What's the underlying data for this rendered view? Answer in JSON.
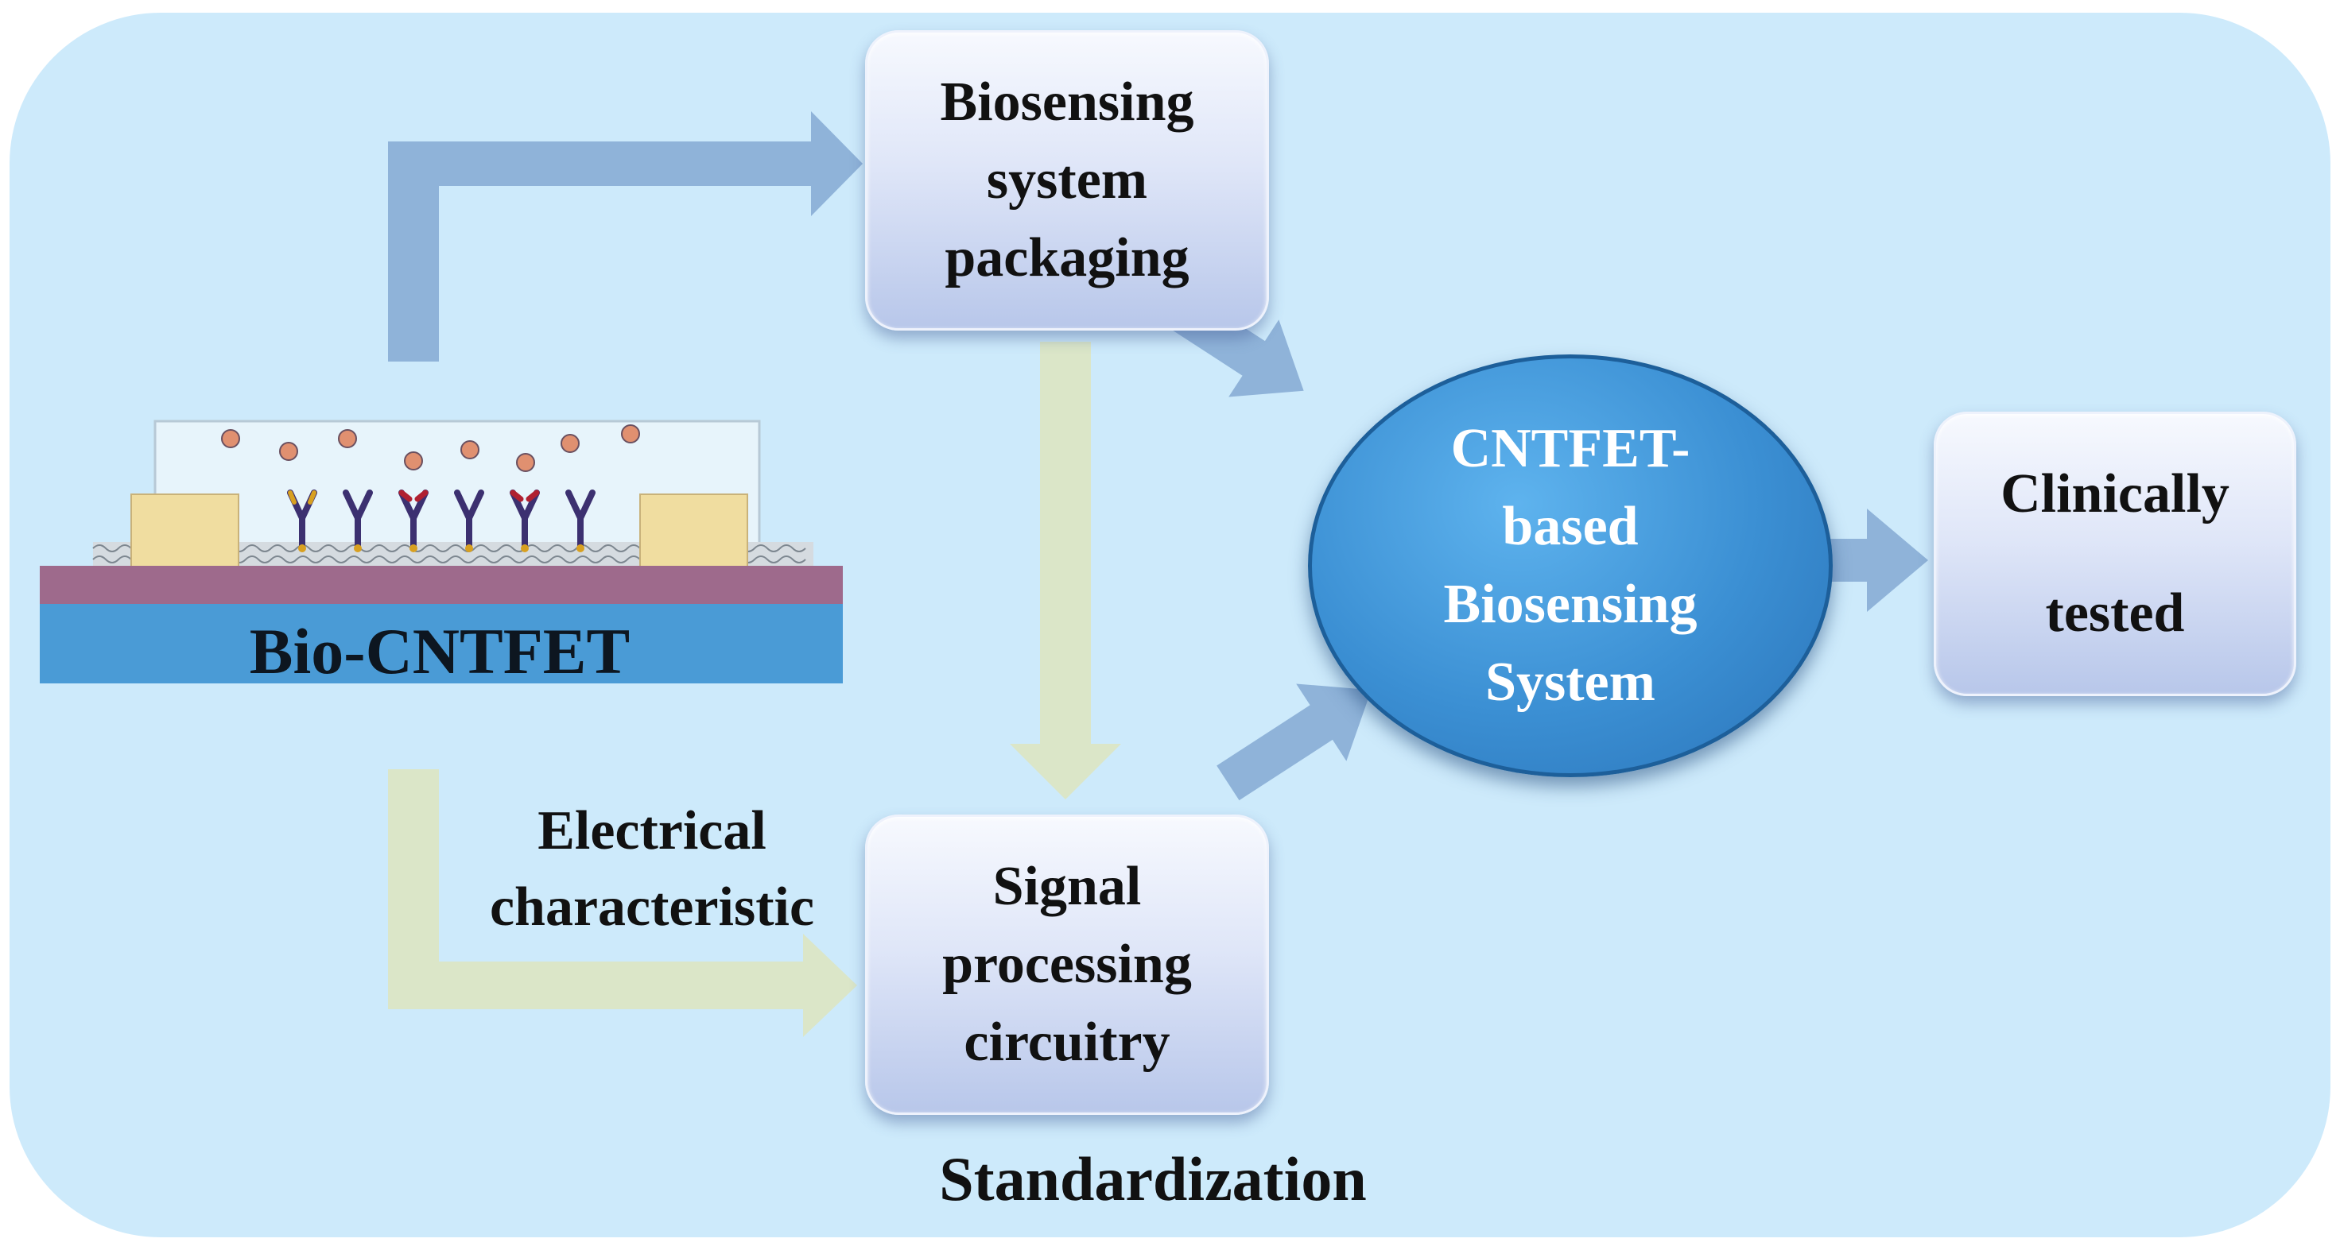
{
  "nodes": {
    "biosensing_packaging": {
      "lines": [
        "Biosensing",
        "system",
        "packaging"
      ]
    },
    "signal_processing": {
      "lines": [
        "Signal",
        "processing",
        "circuitry"
      ]
    },
    "cntfet_system": {
      "lines": [
        "CNTFET-",
        "based",
        "Biosensing",
        "System"
      ]
    },
    "clinically_tested": {
      "lines": [
        "Clinically",
        "tested"
      ]
    }
  },
  "device": {
    "label": "Bio-CNTFET"
  },
  "labels": {
    "electrical": [
      "Electrical",
      "characteristic"
    ],
    "standardization": "Standardization"
  },
  "colors": {
    "panel": "#cdeafb",
    "blue_arrow": "#8fb3d9",
    "green_arrow": "#dbe6c8",
    "ellipse": "#3b8fd3",
    "box": "#dfe6f8"
  }
}
